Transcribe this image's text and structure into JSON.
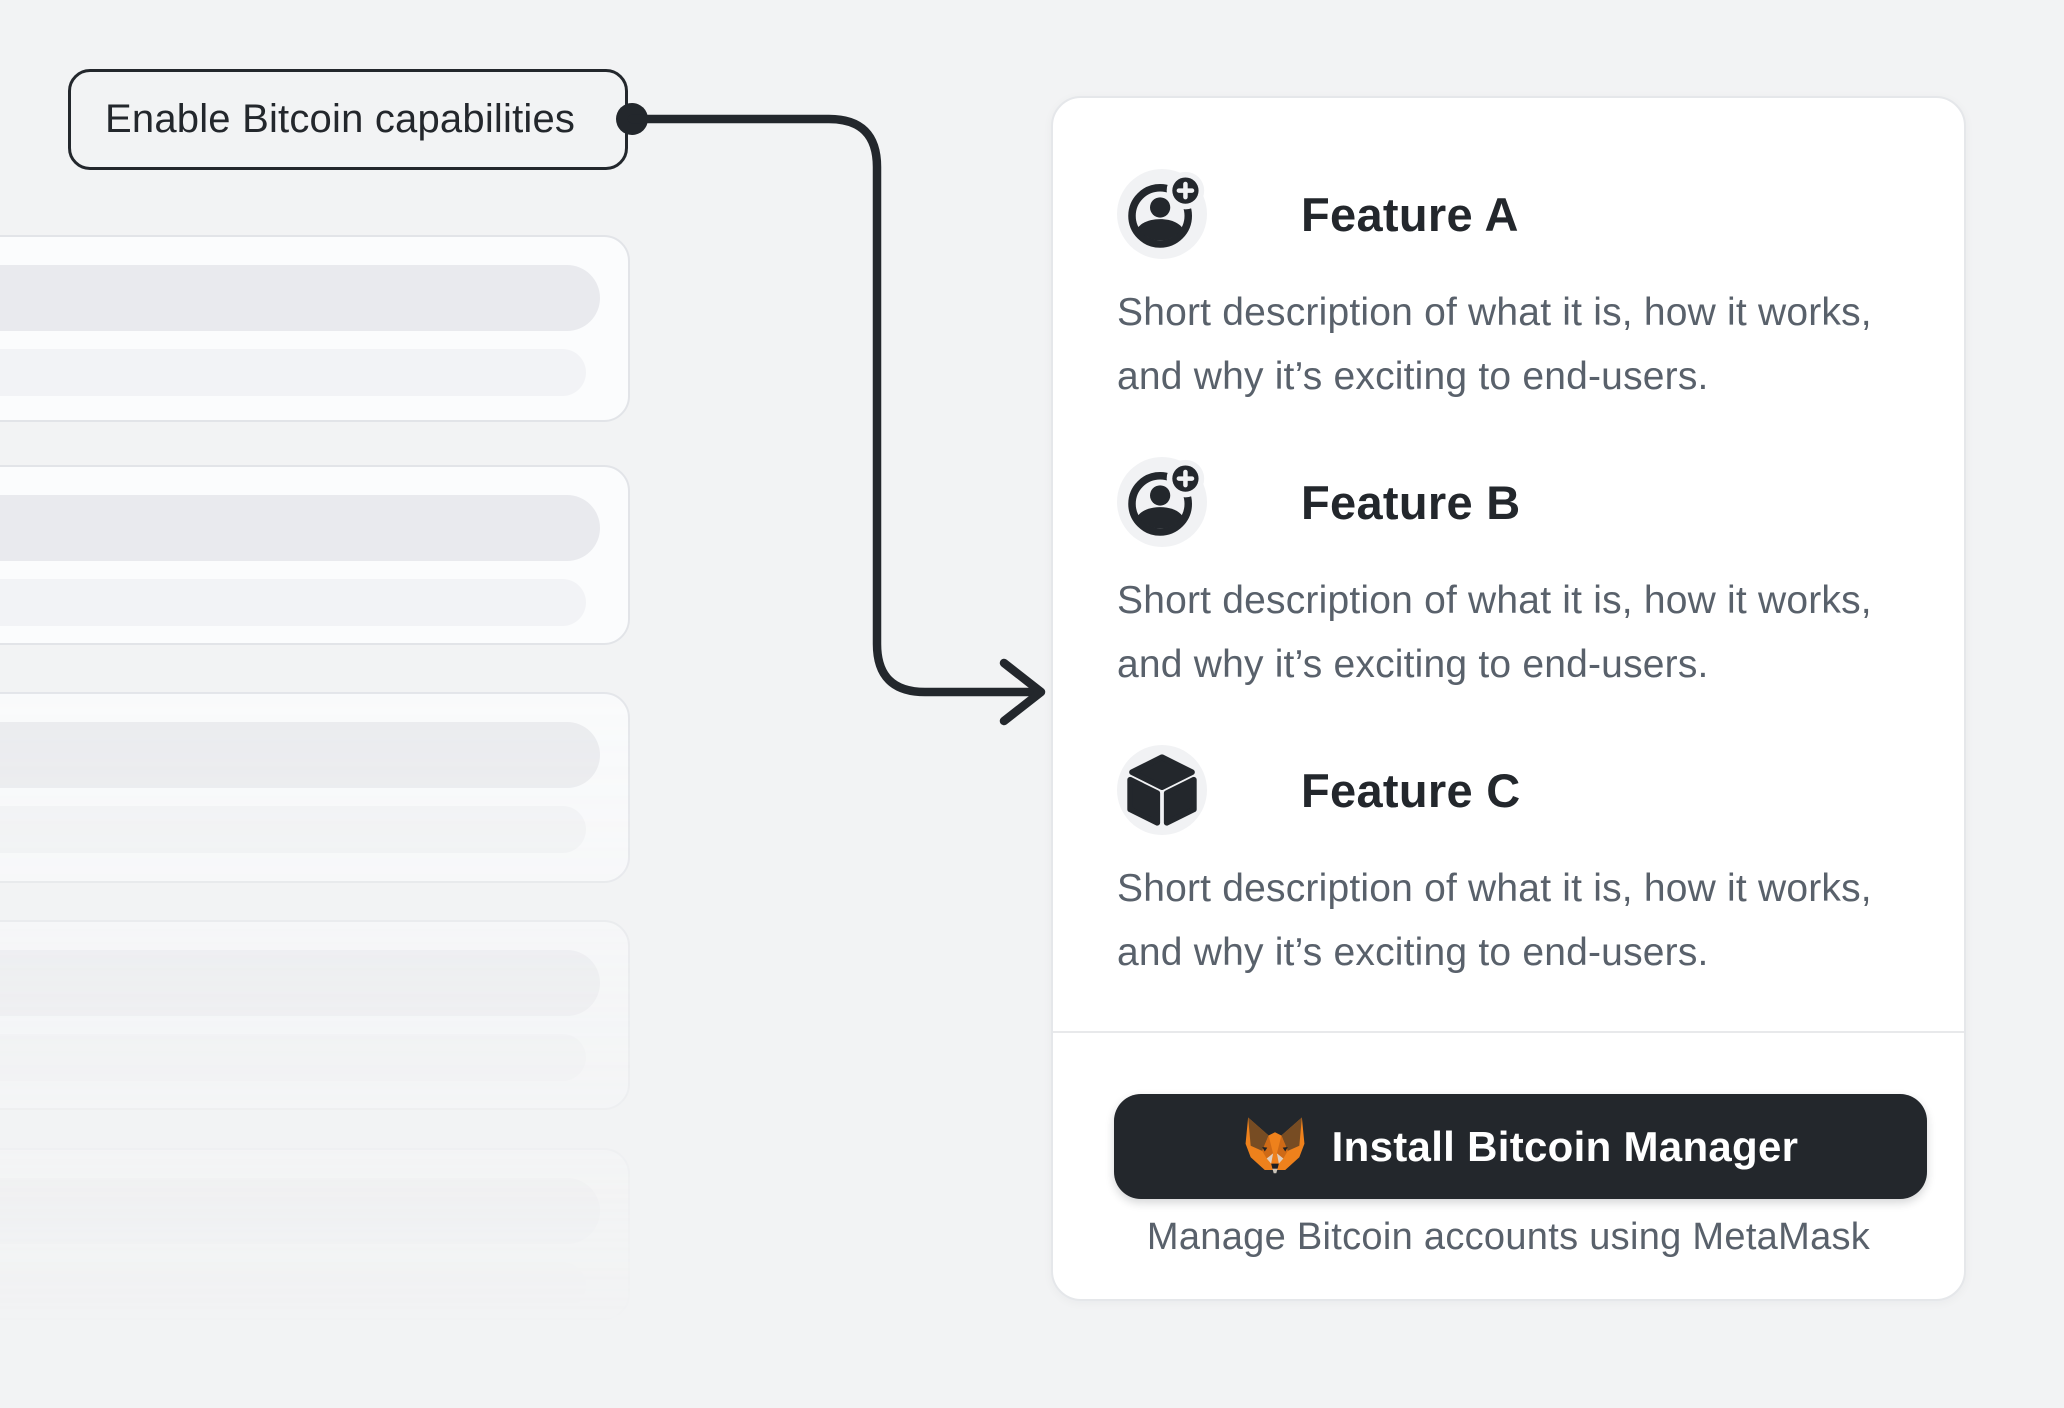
{
  "callout": {
    "label": "Enable Bitcoin capabilities"
  },
  "card": {
    "features": [
      {
        "name": "Feature A",
        "icon": "user-plus-icon",
        "description": "Short description of what it is, how it works, and why it’s exciting to end-users."
      },
      {
        "name": "Feature B",
        "icon": "user-plus-icon",
        "description": "Short description of what it is, how it works, and why it’s exciting to end-users."
      },
      {
        "name": "Feature C",
        "icon": "cube-icon",
        "description": "Short description of what it is, how it works, and why it’s exciting to end-users."
      }
    ],
    "footer": {
      "install_button": "Install Bitcoin Manager",
      "caption": "Manage Bitcoin accounts using MetaMask"
    }
  },
  "colors": {
    "page_bg": "#f2f3f4",
    "accent_dark": "#23272c",
    "body_text": "#59616b",
    "metamask_orange": "#ee811c"
  }
}
